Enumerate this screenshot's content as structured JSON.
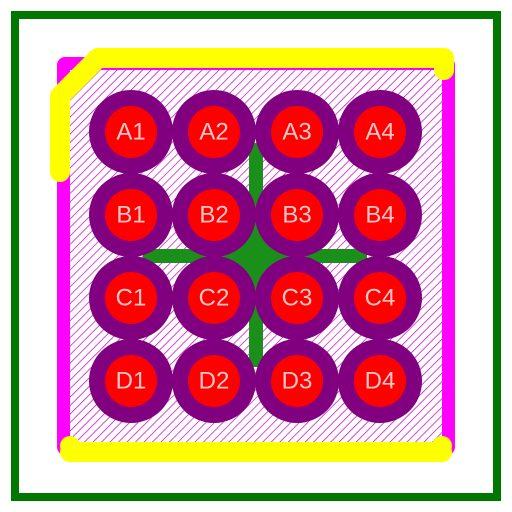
{
  "colors": {
    "outline": "#007700",
    "body": "#ff00ff",
    "hatch": "#c800c8",
    "silk": "#ffff00",
    "pad_ring": "#800080",
    "pad_center": "#ff0000",
    "pad_text": "#ffc6c6",
    "trace": "#1a8f1a"
  },
  "pads": {
    "rows": [
      [
        "A1",
        "A2",
        "A3",
        "A4"
      ],
      [
        "B1",
        "B2",
        "B3",
        "B4"
      ],
      [
        "C1",
        "C2",
        "C3",
        "C4"
      ],
      [
        "D1",
        "D2",
        "D3",
        "D4"
      ]
    ]
  }
}
